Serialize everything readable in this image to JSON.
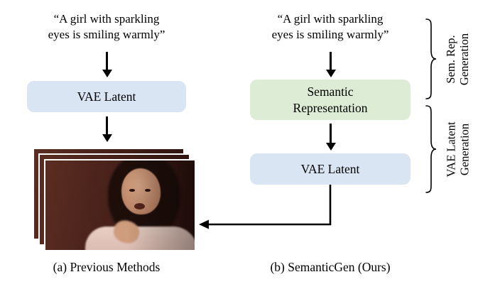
{
  "figure": {
    "left": {
      "prompt": [
        "“A girl with sparkling",
        "eyes is smiling warmly”"
      ],
      "vae_box_label": "VAE Latent",
      "caption": "(a) Previous Methods"
    },
    "right": {
      "prompt": [
        "“A girl with sparkling",
        "eyes is smiling warmly”"
      ],
      "semantic_box_label": [
        "Semantic",
        "Representation"
      ],
      "vae_box_label": "VAE Latent",
      "caption": "(b) SemanticGen (Ours)"
    },
    "side_labels": {
      "sem_rep": [
        "Sem. Rep.",
        "Generation"
      ],
      "vae_latent": [
        "VAE Latent",
        "Generation"
      ]
    }
  },
  "colors": {
    "blue_box": "#d9e5f2",
    "green_box": "#dcecd5",
    "arrow": "#000000",
    "photo_bg": "#47211a"
  }
}
